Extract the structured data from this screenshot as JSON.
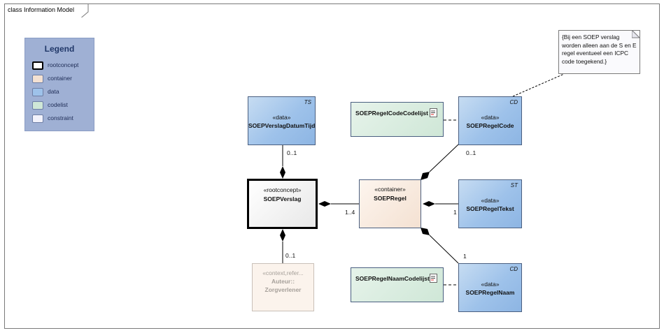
{
  "frame": {
    "title": "class Information Model"
  },
  "legend": {
    "title": "Legend",
    "items": [
      {
        "label": "rootconcept",
        "color": "#ffffff",
        "border": "#000000"
      },
      {
        "label": "container",
        "color": "#f4e1d2",
        "border": "#6f7fa5"
      },
      {
        "label": "data",
        "color": "#9ec2ea",
        "border": "#6f7fa5"
      },
      {
        "label": "codelist",
        "color": "#cfe7d7",
        "border": "#6f7fa5"
      },
      {
        "label": "constraint",
        "color": "#f2f2fb",
        "border": "#6f7fa5"
      }
    ]
  },
  "classes": {
    "verslag_datum_tijd": {
      "tag": "TS",
      "stereotype": "«data»",
      "name": "SOEPVerslagDatumTijd"
    },
    "verslag": {
      "stereotype": "«rootconcept»",
      "name": "SOEPVerslag"
    },
    "auteur": {
      "stereotype": "«context,refer...",
      "name_line1": "Auteur::",
      "name_line2": "Zorgverlener"
    },
    "regel": {
      "stereotype": "«container»",
      "name": "SOEPRegel"
    },
    "regel_code": {
      "tag": "CD",
      "stereotype": "«data»",
      "name": "SOEPRegelCode"
    },
    "regel_tekst": {
      "tag": "ST",
      "stereotype": "«data»",
      "name": "SOEPRegelTekst"
    },
    "regel_naam": {
      "tag": "CD",
      "stereotype": "«data»",
      "name": "SOEPRegelNaam"
    },
    "regel_code_codelijst": {
      "name": "SOEPRegelCodeCodelijst"
    },
    "regel_naam_codelijst": {
      "name": "SOEPRegelNaamCodelijst"
    }
  },
  "note": {
    "text": "{Bij een SOEP verslag\nworden alleen aan de S en E\nregel eventueel een ICPC\ncode toegekend.}"
  },
  "multiplicities": {
    "datum_tijd": "0..1",
    "auteur": "0..1",
    "regel": "1..4",
    "regel_code": "0..1",
    "regel_tekst": "1",
    "regel_naam": "1"
  }
}
